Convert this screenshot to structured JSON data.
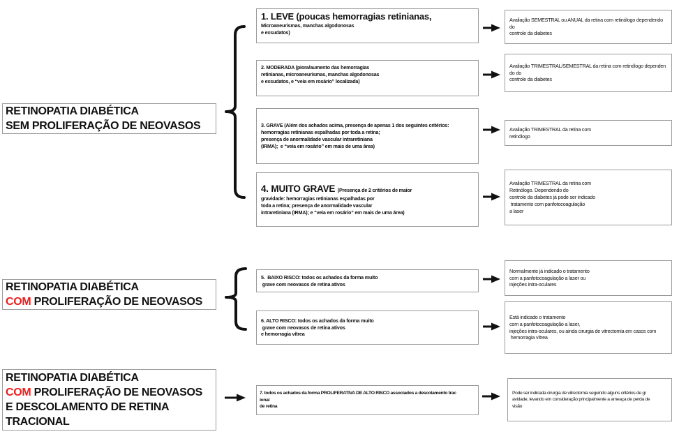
{
  "colors": {
    "accent_red": "#ed1c1c",
    "text": "#111111",
    "connector": "#111111",
    "box_border": "#9b9b9b",
    "background": "#ffffff"
  },
  "labels": {
    "sem": {
      "line1": "RETINOPATIA DIABÉTICA",
      "line2": "SEM PROLIFERAÇÃO DE NEOVASOS"
    },
    "com": {
      "line1": "RETINOPATIA DIABÉTICA",
      "line2_red": "COM",
      "line2_rest": " PROLIFERAÇÃO DE NEOVASOS"
    },
    "com_descolamento": {
      "line1": "RETINOPATIA DIABÉTICA",
      "line2_red": "COM",
      "line2_rest": " PROLIFERAÇÃO DE NEOVASOS",
      "line3": "E DESCOLAMENTO DE RETINA",
      "line4": "TRACIONAL"
    }
  },
  "stages": [
    {
      "title": "1. LEVE (poucas hemorragias retinianas,",
      "lines": [
        "Microaneurismas, manchas algodonosas",
        "e exsudatos)"
      ]
    },
    {
      "lines": [
        "2. MODERADA (piora/aumento das hemorragias",
        "retinianas, microaneurismas, manchas algodonosas",
        "e exsudatos, e “veia em rosário” localizada)"
      ]
    },
    {
      "lines": [
        "3. GRAVE (Além dos achados acima, presença de apenas 1 dos seguintes critérios:",
        "hemorragias retinianas espalhadas por toda a retina;",
        "presença de anormalidade vascular intraretiniana",
        "(IRMA);  e “veia em rosário” em mais de uma área)"
      ]
    },
    {
      "title_big": "4. MUITO GRAVE ",
      "title_small": "(Presença de 2 critérios de maior",
      "lines": [
        "gravidade: hemorragias retinianas espalhadas por",
        "toda a retina; presença de anormalidade vascular",
        "intraretiniana (IRMA); e “veia em rosário” em mais de uma área)"
      ]
    },
    {
      "lines": [
        "5.  BAIXO RISCO: todos os achados da forma muito",
        " grave com neovasos de retina ativos"
      ]
    },
    {
      "lines": [
        "6. ALTO RISCO: todos os achados da forma muito",
        " grave com neovasos de retina ativos",
        "e hemorragia vítrea"
      ]
    },
    {
      "lines": [
        "7. todos os achados da forma PROLIFERATIVA DE ALTO RISCO associados a descolamento trac",
        "ional",
        "de retina"
      ]
    }
  ],
  "recommendations": [
    {
      "lines": [
        "Avaliação SEMESTRAL ou ANUAL da retina com retinólogo dependendo",
        "do",
        "controle da diabetes"
      ]
    },
    {
      "lines": [
        "Avaliação TRIMESTRAL/SEMESTRAL da retina com retinólogo dependen",
        "do do",
        "controle da diabetes"
      ]
    },
    {
      "lines": [
        "Avaliação TRIMESTRAL da retina com",
        "retinólogo"
      ]
    },
    {
      "lines": [
        "Avaliação TRIMESTRAL da retina com",
        "Retinólogo. Dependendo do",
        "controle da diabetes já pode ser indicado",
        " tratamento com panfotocoagulação",
        "a laser"
      ]
    },
    {
      "lines": [
        "Normalmente já indicado o tratamento",
        "com a panfotocoagulação a laser ou",
        "injeções intra-oculares"
      ]
    },
    {
      "lines": [
        "Está indicado o tratamento",
        "com a panfotocoagulação a laser,",
        "injeções intra-oculares, ou ainda cirurgia de vitrectomia em casos com",
        " hemorragia vítrea"
      ]
    },
    {
      "lines": [
        "Pode ser indicada cirurgia de vitrectomia seguindo alguns critérios de gr",
        "avidade, levando em consideração principalmente a ameaça de perda de",
        "visão"
      ]
    }
  ]
}
